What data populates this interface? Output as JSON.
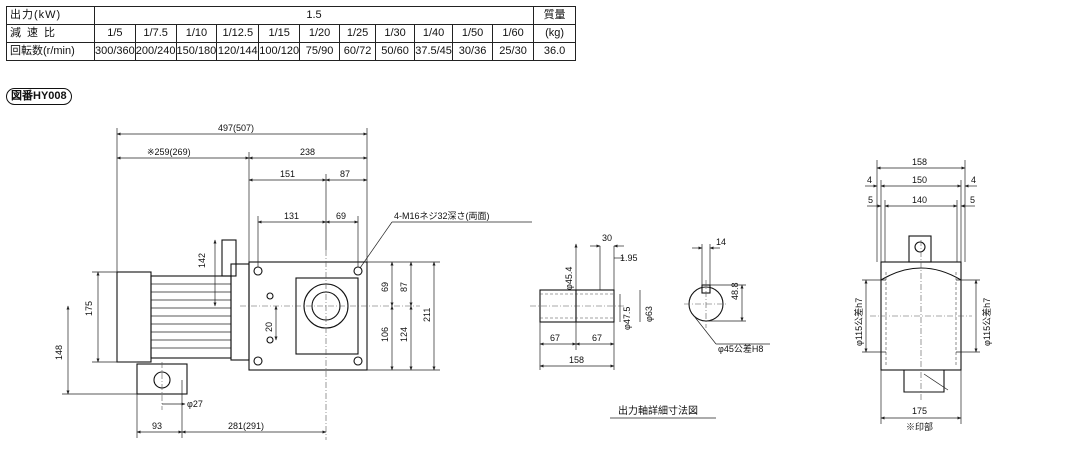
{
  "spec_table": {
    "output_label": "出力(kW)",
    "output_value": "1.5",
    "weight_label": "質量",
    "weight_unit": "(kg)",
    "weight_value": "36.0",
    "ratio_label": "減速比",
    "ratios": [
      "1/5",
      "1/7.5",
      "1/10",
      "1/12.5",
      "1/15",
      "1/20",
      "1/25",
      "1/30",
      "1/40",
      "1/50",
      "1/60"
    ],
    "speed_label": "回転数(r/min)",
    "speeds": [
      "300/360",
      "200/240",
      "150/180",
      "120/144",
      "100/120",
      "75/90",
      "60/72",
      "50/60",
      "37.5/45",
      "30/36",
      "25/30"
    ]
  },
  "figure_ref": "図番HY008",
  "front_view": {
    "overall_length": "497(507)",
    "motor_length": "※259(269)",
    "gear_length": "238",
    "dim_151": "151",
    "dim_87": "87",
    "dim_131": "131",
    "dim_69": "69",
    "tap_note": "4-M16ネジ32深さ(両面)",
    "dim_142": "142",
    "dim_175": "175",
    "dim_148": "148",
    "dim_20": "20",
    "dim_69v": "69",
    "dim_87v": "87",
    "dim_106": "106",
    "dim_124": "124",
    "dim_211": "211",
    "dim_27": "φ27",
    "dim_93": "93",
    "dim_281": "281(291)"
  },
  "shaft_detail": {
    "title": "出力軸詳細寸法図",
    "dim_30": "30",
    "dim_195": "1.95",
    "dim_454": "φ45.4",
    "dim_475": "φ47.5",
    "dim_63": "φ63",
    "dim_67a": "67",
    "dim_67b": "67",
    "dim_158": "158",
    "dim_14": "14",
    "dim_488": "48.8",
    "dim_45h8": "φ45公差H8"
  },
  "side_view": {
    "dim_158": "158",
    "dim_150": "150",
    "dim_140": "140",
    "dim_4a": "4",
    "dim_4b": "4",
    "dim_5a": "5",
    "dim_5b": "5",
    "dim_115a": "φ115公差h7",
    "dim_115b": "φ115公差h7",
    "dim_175": "175",
    "mark_note": "※印部"
  }
}
